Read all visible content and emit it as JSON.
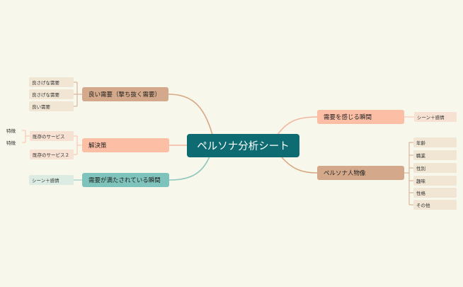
{
  "center": {
    "label": "ペルソナ分析シート",
    "color": "#0e6b72"
  },
  "branches": {
    "good_needs": {
      "label": "良い需要（撃ち抜く需要）",
      "color": "#d4a88a",
      "link_color": "#d9a882",
      "children": [
        "良さげな需要",
        "良さげな需要",
        "良い需要"
      ],
      "child_color": "#f1e6d4"
    },
    "solution": {
      "label": "解決策",
      "color": "#fcbea4",
      "link_color": "#f3b79f",
      "children": [
        "既存のサービス",
        "既存のサービス２"
      ],
      "child_color": "#f6e1d2",
      "features": [
        "特徴",
        "特徴"
      ]
    },
    "satisfied": {
      "label": "需要が満たされている瞬間",
      "color": "#7fc4bc",
      "link_color": "#8fc8bd",
      "children": [
        "シーン＋感情"
      ],
      "child_color": "#dcece2"
    },
    "feel_needs": {
      "label": "需要を感じる瞬間",
      "color": "#fcbea4",
      "link_color": "#f3b79f",
      "children": [
        "シーン＋感情"
      ],
      "child_color": "#f6e1d2"
    },
    "persona": {
      "label": "ペルソナ人物像",
      "color": "#d4a88a",
      "link_color": "#d9a882",
      "children": [
        "年齢",
        "職業",
        "性別",
        "趣味",
        "性格",
        "その他"
      ],
      "child_color": "#f1e6d4"
    }
  }
}
